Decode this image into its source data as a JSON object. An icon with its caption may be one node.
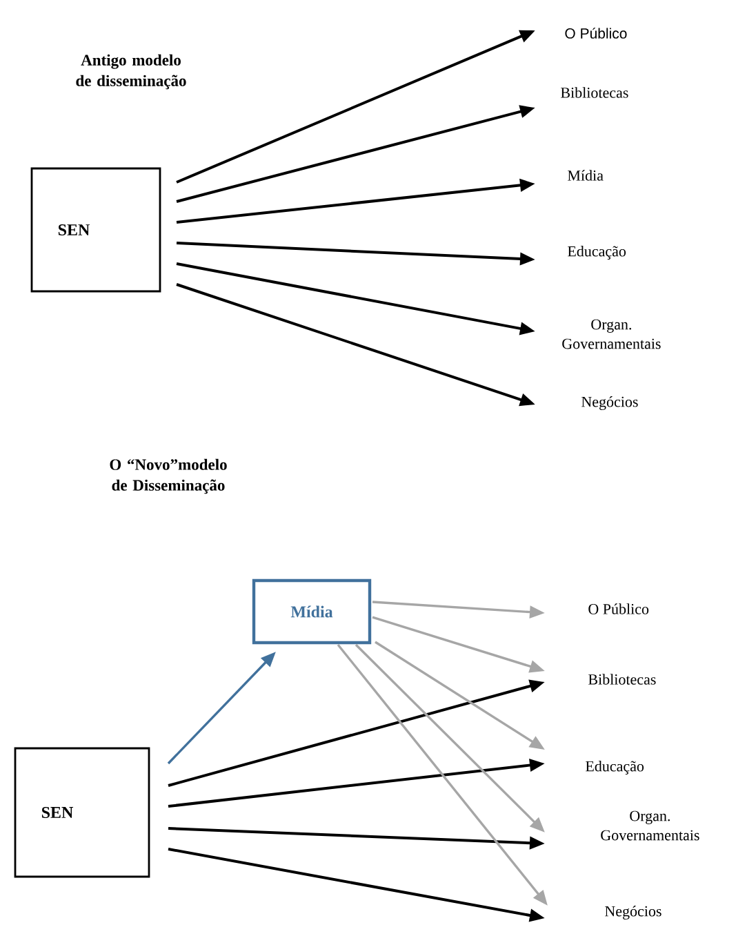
{
  "diagram": {
    "nodes": [
      {
        "text": [
          "SEN"
        ]
      },
      {
        "text": [
          "O Público"
        ]
      },
      {
        "text": [
          "Bibliotecas"
        ]
      },
      {
        "text": [
          "Mídia"
        ]
      },
      {
        "text": [
          "Educação"
        ]
      },
      {
        "text": [
          "Organ. Governamentais"
        ]
      },
      {
        "text": [
          "Negócios"
        ]
      },
      {
        "text": [
          "SEN"
        ]
      },
      {
        "text": [
          "Mídia"
        ]
      },
      {
        "text": [
          "O Público"
        ]
      },
      {
        "text": [
          "Bibliotecas"
        ]
      },
      {
        "text": [
          "Educação"
        ]
      },
      {
        "text": [
          "Organ. Governamentais"
        ]
      },
      {
        "text": [
          "Negócios"
        ]
      }
    ],
    "edges": [
      {
        "from": 0,
        "to": 1,
        "arrow": "to"
      },
      {
        "from": 0,
        "to": 2,
        "arrow": "to"
      },
      {
        "from": 0,
        "to": 3,
        "arrow": "to"
      },
      {
        "from": 0,
        "to": 4,
        "arrow": "to"
      },
      {
        "from": 0,
        "to": 5,
        "arrow": "to"
      },
      {
        "from": 0,
        "to": 6,
        "arrow": "to"
      },
      {
        "from": 7,
        "to": 8,
        "arrow": "to",
        "color": "#41719c"
      },
      {
        "from": 7,
        "to": 10,
        "arrow": "to"
      },
      {
        "from": 7,
        "to": 11,
        "arrow": "to"
      },
      {
        "from": 7,
        "to": 12,
        "arrow": "to"
      },
      {
        "from": 7,
        "to": 13,
        "arrow": "to"
      },
      {
        "from": 8,
        "to": 9,
        "arrow": "to",
        "color": "#a6a6a6"
      },
      {
        "from": 8,
        "to": 10,
        "arrow": "to",
        "color": "#a6a6a6"
      },
      {
        "from": 8,
        "to": 11,
        "arrow": "to",
        "color": "#a6a6a6"
      },
      {
        "from": 8,
        "to": 12,
        "arrow": "to",
        "color": "#a6a6a6"
      },
      {
        "from": 8,
        "to": 13,
        "arrow": "to",
        "color": "#a6a6a6"
      }
    ],
    "labels": [
      "Antigo modelo de disseminação",
      "O “Novo”modelo de Disseminação"
    ]
  }
}
